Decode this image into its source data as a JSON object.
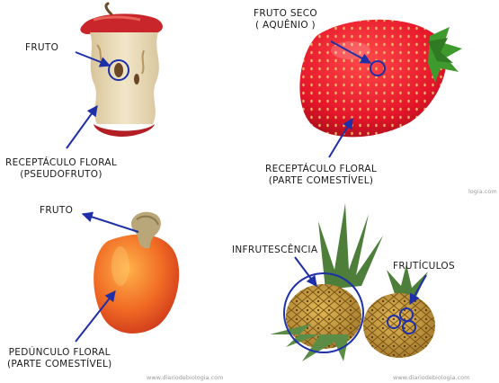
{
  "panels": {
    "apple": {
      "fruit_label": "FRUTO",
      "receptacle_line1": "RECEPTÁCULO FLORAL",
      "receptacle_line2": "(PSEUDOFRUTO)"
    },
    "strawberry": {
      "fruit_line1": "FRUTO SECO",
      "fruit_line2": "( AQUÊNIO )",
      "receptacle_line1": "RECEPTÁCULO FLORAL",
      "receptacle_line2": "(PARTE COMESTÍVEL)",
      "credit": "logia.com"
    },
    "cashew": {
      "fruit_label": "FRUTO",
      "peduncle_line1": "PEDÚNCULO FLORAL",
      "peduncle_line2": "(PARTE COMESTÍVEL)",
      "credit": "www.diariodebiologia.com"
    },
    "pineapple": {
      "infructescence_label": "INFRUTESCÊNCIA",
      "fruitlets_label": "FRUTÍCULOS",
      "credit": "www.diariodebiologia.com"
    }
  },
  "colors": {
    "annotation": "#1e2fa8",
    "apple_red": "#c8262a",
    "apple_flesh": "#efe1c2",
    "strawberry_red": "#e5162a",
    "leaf_green": "#3f9a2e",
    "cashew_orange": "#f06a24",
    "cashew_nut": "#b9a77a",
    "pineapple_gold": "#c89a3a",
    "pineapple_leaf": "#4d7f3a"
  }
}
